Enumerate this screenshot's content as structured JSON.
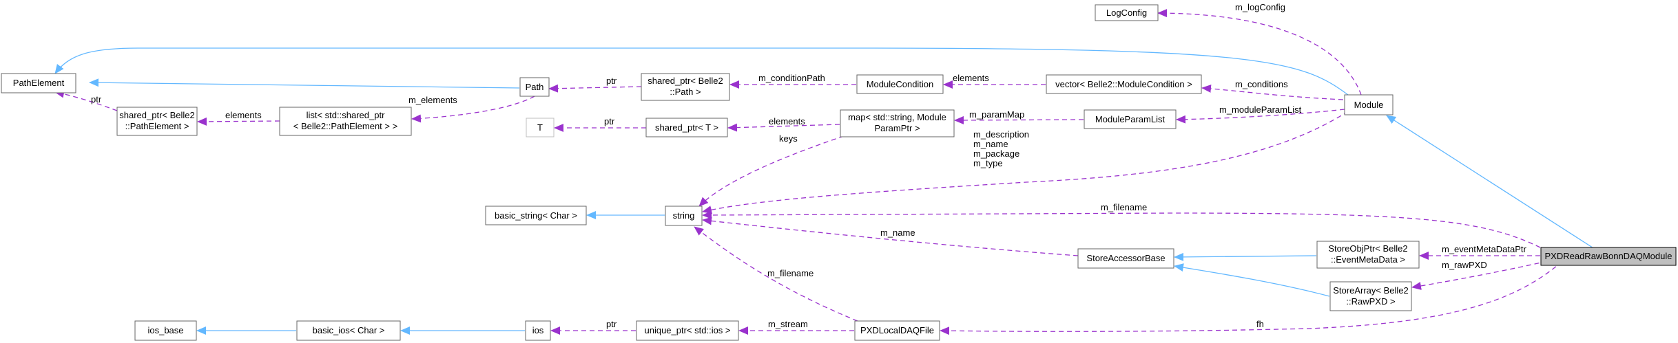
{
  "diagram": {
    "nodes": {
      "log_config": "LogConfig",
      "path_element": "PathElement",
      "path": "Path",
      "shared_ptr_path": [
        "shared_ptr< Belle2",
        "::Path >"
      ],
      "module_condition": "ModuleCondition",
      "vector_module_condition": "vector< Belle2::ModuleCondition >",
      "module": "Module",
      "shared_ptr_path_element": [
        "shared_ptr< Belle2",
        "::PathElement >"
      ],
      "list_path_element": [
        "list< std::shared_ptr",
        "< Belle2::PathElement > >"
      ],
      "t": "T",
      "shared_ptr_t": "shared_ptr< T >",
      "map_param": [
        "map< std::string, Module",
        "ParamPtr >"
      ],
      "module_param_list": "ModuleParamList",
      "basic_string": "basic_string< Char >",
      "string": "string",
      "store_accessor_base": "StoreAccessorBase",
      "store_obj_ptr": [
        "StoreObjPtr< Belle2",
        "::EventMetaData >"
      ],
      "pxd_module": "PXDReadRawBonnDAQModule",
      "store_array": [
        "StoreArray< Belle2",
        "::RawPXD >"
      ],
      "ios_base": "ios_base",
      "basic_ios": "basic_ios< Char >",
      "ios": "ios",
      "unique_ptr_ios": "unique_ptr< std::ios >",
      "pxd_local_daq_file": "PXDLocalDAQFile"
    },
    "edge_labels": {
      "m_log_config": "m_logConfig",
      "m_condition_path": "m_conditionPath",
      "elements_condition": "elements",
      "m_conditions": "m_conditions",
      "ptr_path": "ptr",
      "ptr_path_element": "ptr",
      "elements_path_element": "elements",
      "m_elements": "m_elements",
      "ptr_t": "ptr",
      "elements_map": "elements",
      "m_param_map": "m_paramMap",
      "m_module_param_list": "m_moduleParamList",
      "keys": "keys",
      "module_strings": [
        "m_description",
        "m_name",
        "m_package",
        "m_type"
      ],
      "m_filename_module": "m_filename",
      "m_name_accessor": "m_name",
      "m_filename_daq": "m_filename",
      "m_event_meta_data_ptr": "m_eventMetaDataPtr",
      "m_raw_pxd": "m_rawPXD",
      "ptr_ios": "ptr",
      "m_stream": "m_stream",
      "fh": "fh"
    }
  }
}
